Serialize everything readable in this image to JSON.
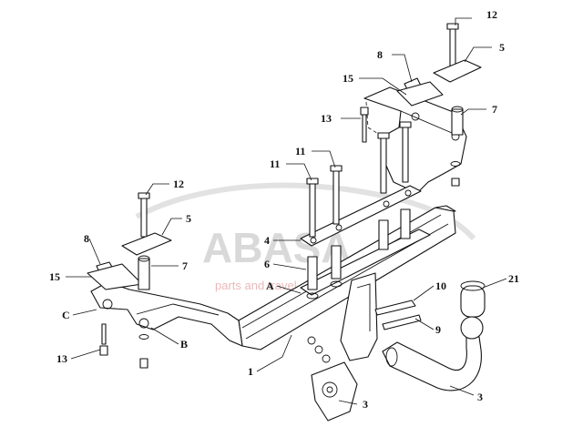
{
  "watermark": {
    "brand": "ABASA",
    "tagline": "parts and travel"
  },
  "callouts": [
    {
      "key": "c12_top",
      "text": "12"
    },
    {
      "key": "c5_top",
      "text": "5"
    },
    {
      "key": "c8_top",
      "text": "8"
    },
    {
      "key": "c15_top",
      "text": "15"
    },
    {
      "key": "c7_top",
      "text": "7"
    },
    {
      "key": "c13_top",
      "text": "13"
    },
    {
      "key": "c11_a",
      "text": "11"
    },
    {
      "key": "c11_b",
      "text": "11"
    },
    {
      "key": "c12_left",
      "text": "12"
    },
    {
      "key": "c5_left",
      "text": "5"
    },
    {
      "key": "c4",
      "text": "4"
    },
    {
      "key": "c6",
      "text": "6"
    },
    {
      "key": "c8_left",
      "text": "8"
    },
    {
      "key": "c15_left",
      "text": "15"
    },
    {
      "key": "c7_left",
      "text": "7"
    },
    {
      "key": "cA",
      "text": "A"
    },
    {
      "key": "cC",
      "text": "C"
    },
    {
      "key": "cB",
      "text": "B"
    },
    {
      "key": "c13_left",
      "text": "13"
    },
    {
      "key": "c1",
      "text": "1"
    },
    {
      "key": "c10",
      "text": "10"
    },
    {
      "key": "c21",
      "text": "21"
    },
    {
      "key": "c9",
      "text": "9"
    },
    {
      "key": "c3_plate",
      "text": "3"
    },
    {
      "key": "c3_ball",
      "text": "3"
    }
  ]
}
